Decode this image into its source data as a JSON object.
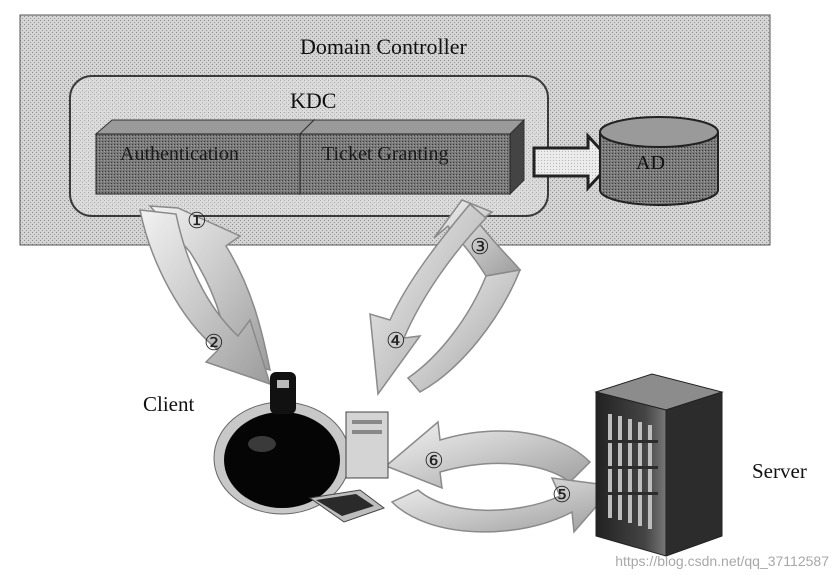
{
  "domain_controller": {
    "title": "Domain Controller"
  },
  "kdc": {
    "title": "KDC",
    "authentication_service": "Authentication",
    "ticket_granting_service": "Ticket Granting"
  },
  "active_directory": {
    "label": "AD"
  },
  "nodes": {
    "client": "Client",
    "server": "Server"
  },
  "steps": [
    "①",
    "②",
    "③",
    "④",
    "⑤",
    "⑥"
  ],
  "watermark": "https://blog.csdn.net/qq_37112587"
}
